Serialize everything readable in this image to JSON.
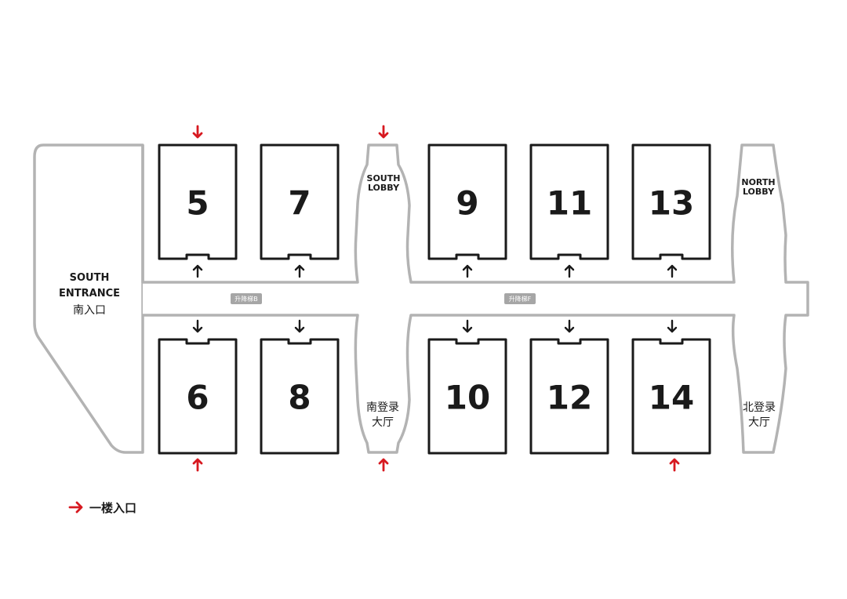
{
  "halls": [
    {
      "id": "5"
    },
    {
      "id": "7"
    },
    {
      "id": "9"
    },
    {
      "id": "11"
    },
    {
      "id": "13"
    },
    {
      "id": "6"
    },
    {
      "id": "8"
    },
    {
      "id": "10"
    },
    {
      "id": "12"
    },
    {
      "id": "14"
    }
  ],
  "areas": {
    "south_entrance": {
      "line1": "SOUTH",
      "line2": "ENTRANCE",
      "cn": "南入口"
    },
    "south_lobby": {
      "line1": "SOUTH",
      "line2": "LOBBY"
    },
    "north_lobby": {
      "line1": "NORTH",
      "line2": "LOBBY"
    },
    "south_reg_hall": {
      "line1": "南登录",
      "line2": "大厅"
    },
    "north_reg_hall": {
      "line1": "北登录",
      "line2": "大厅"
    }
  },
  "elevators": {
    "b": "升降梯B",
    "f": "升降梯F"
  },
  "legend": {
    "label": "一楼入口",
    "color": "#d71920"
  },
  "colors": {
    "hall_stroke": "#1a1a1a",
    "corridor_stroke": "#b3b3b3",
    "entrance_red": "#d71920"
  }
}
